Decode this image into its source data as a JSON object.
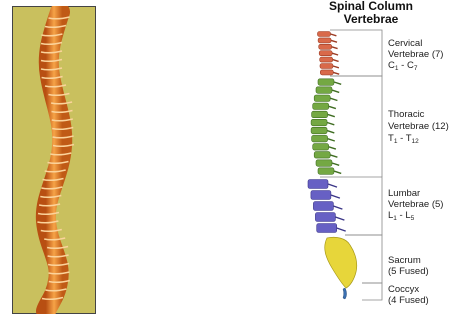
{
  "colors": {
    "panel_background": "#c9c05e",
    "left_spine": "#e8852a",
    "cervical": "#d9694a",
    "thoracic": "#74a843",
    "lumbar": "#6760c4",
    "sacrum": "#e7d63a",
    "coccyx": "#3a6fb0"
  },
  "diagram": {
    "title_line1": "Spinal Column",
    "title_line2": "Vertebrae",
    "labels": [
      {
        "name": "Cervical",
        "line2": "Vertebrae (7)",
        "range_letter": "C",
        "range_start": "1",
        "range_end": "7"
      },
      {
        "name": "Thoracic",
        "line2": "Vertebrae (12)",
        "range_letter": "T",
        "range_start": "1",
        "range_end": "12"
      },
      {
        "name": "Lumbar",
        "line2": "Vertebrae (5)",
        "range_letter": "L",
        "range_start": "1",
        "range_end": "5"
      },
      {
        "name": "Sacrum",
        "line2": "(5 Fused)"
      },
      {
        "name": "Coccyx",
        "line2": "(4 Fused)"
      }
    ]
  }
}
